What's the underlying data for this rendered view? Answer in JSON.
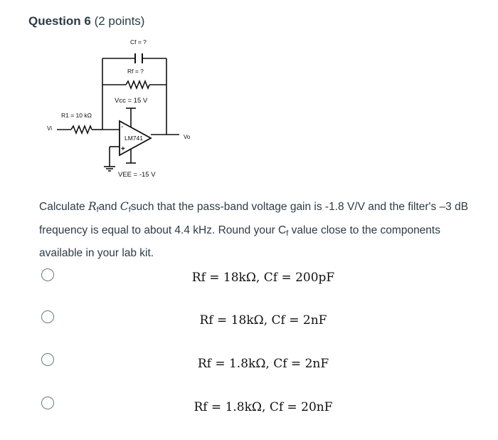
{
  "question": {
    "title": "Question 6",
    "points": "(2 points)"
  },
  "circuit": {
    "cf_label": "Cf = ?",
    "rf_label": "Rf = ?",
    "vcc_label": "Vcc = 15 V",
    "r1_label": "R1 = 10 kΩ",
    "vi_label": "Vi",
    "vo_label": "Vo",
    "opamp_label": "LM741",
    "vee_label": "VEE = -15 V",
    "minus_sign": "-",
    "plus_sign": "+"
  },
  "prompt": {
    "part1": "Calculate ",
    "rf_sym": "R",
    "rf_sub": "f",
    "part2": "and ",
    "cf_sym": "C",
    "cf_sub": "f",
    "part3": "such that the pass-band voltage gain is -1.8 V/V and the filter's –3 dB frequency is equal to about 4.4 kHz. Round your C",
    "cf_sub2": "f",
    "part4": " value close to the components available in your lab kit."
  },
  "answers": [
    {
      "text": "Rf = 18kΩ, Cf = 200pF"
    },
    {
      "text": "Rf = 18kΩ, Cf = 2nF"
    },
    {
      "text": "Rf = 1.8kΩ, Cf = 2nF"
    },
    {
      "text": "Rf = 1.8kΩ, Cf = 20nF"
    }
  ]
}
